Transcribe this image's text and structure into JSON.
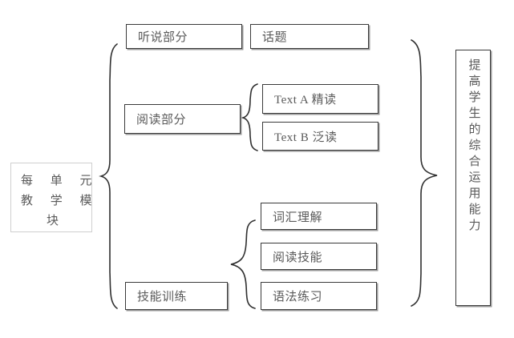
{
  "diagram": {
    "title": "每单元教学模块结构图",
    "root": {
      "label_line1": "每 单 元",
      "label_line2": "教 学 模",
      "label_line3": "块",
      "label_full": "每单元教学模块"
    },
    "branches": [
      {
        "id": "listening-speaking",
        "label": "听说部分"
      },
      {
        "id": "reading",
        "label": "阅读部分"
      },
      {
        "id": "skills-training",
        "label": "技能训练"
      }
    ],
    "leaves": [
      {
        "id": "topic",
        "label": "话题",
        "parent": "listening-speaking"
      },
      {
        "id": "text-a",
        "label": "Text A 精读",
        "parent": "reading"
      },
      {
        "id": "text-b",
        "label": "Text B 泛读",
        "parent": "reading"
      },
      {
        "id": "vocabulary",
        "label": "词汇理解",
        "parent": "skills-training"
      },
      {
        "id": "reading-skills",
        "label": "阅读技能",
        "parent": "skills-training"
      },
      {
        "id": "grammar",
        "label": "语法练习",
        "parent": "skills-training"
      }
    ],
    "goal": {
      "id": "goal",
      "label": "提高学生的综合运用能力"
    },
    "colors": {
      "text": "#5a5a5a",
      "box_border": "#3a3a3a",
      "light_border": "#cfcfcf",
      "brace": "#2f2f2f",
      "background": "#ffffff"
    }
  }
}
